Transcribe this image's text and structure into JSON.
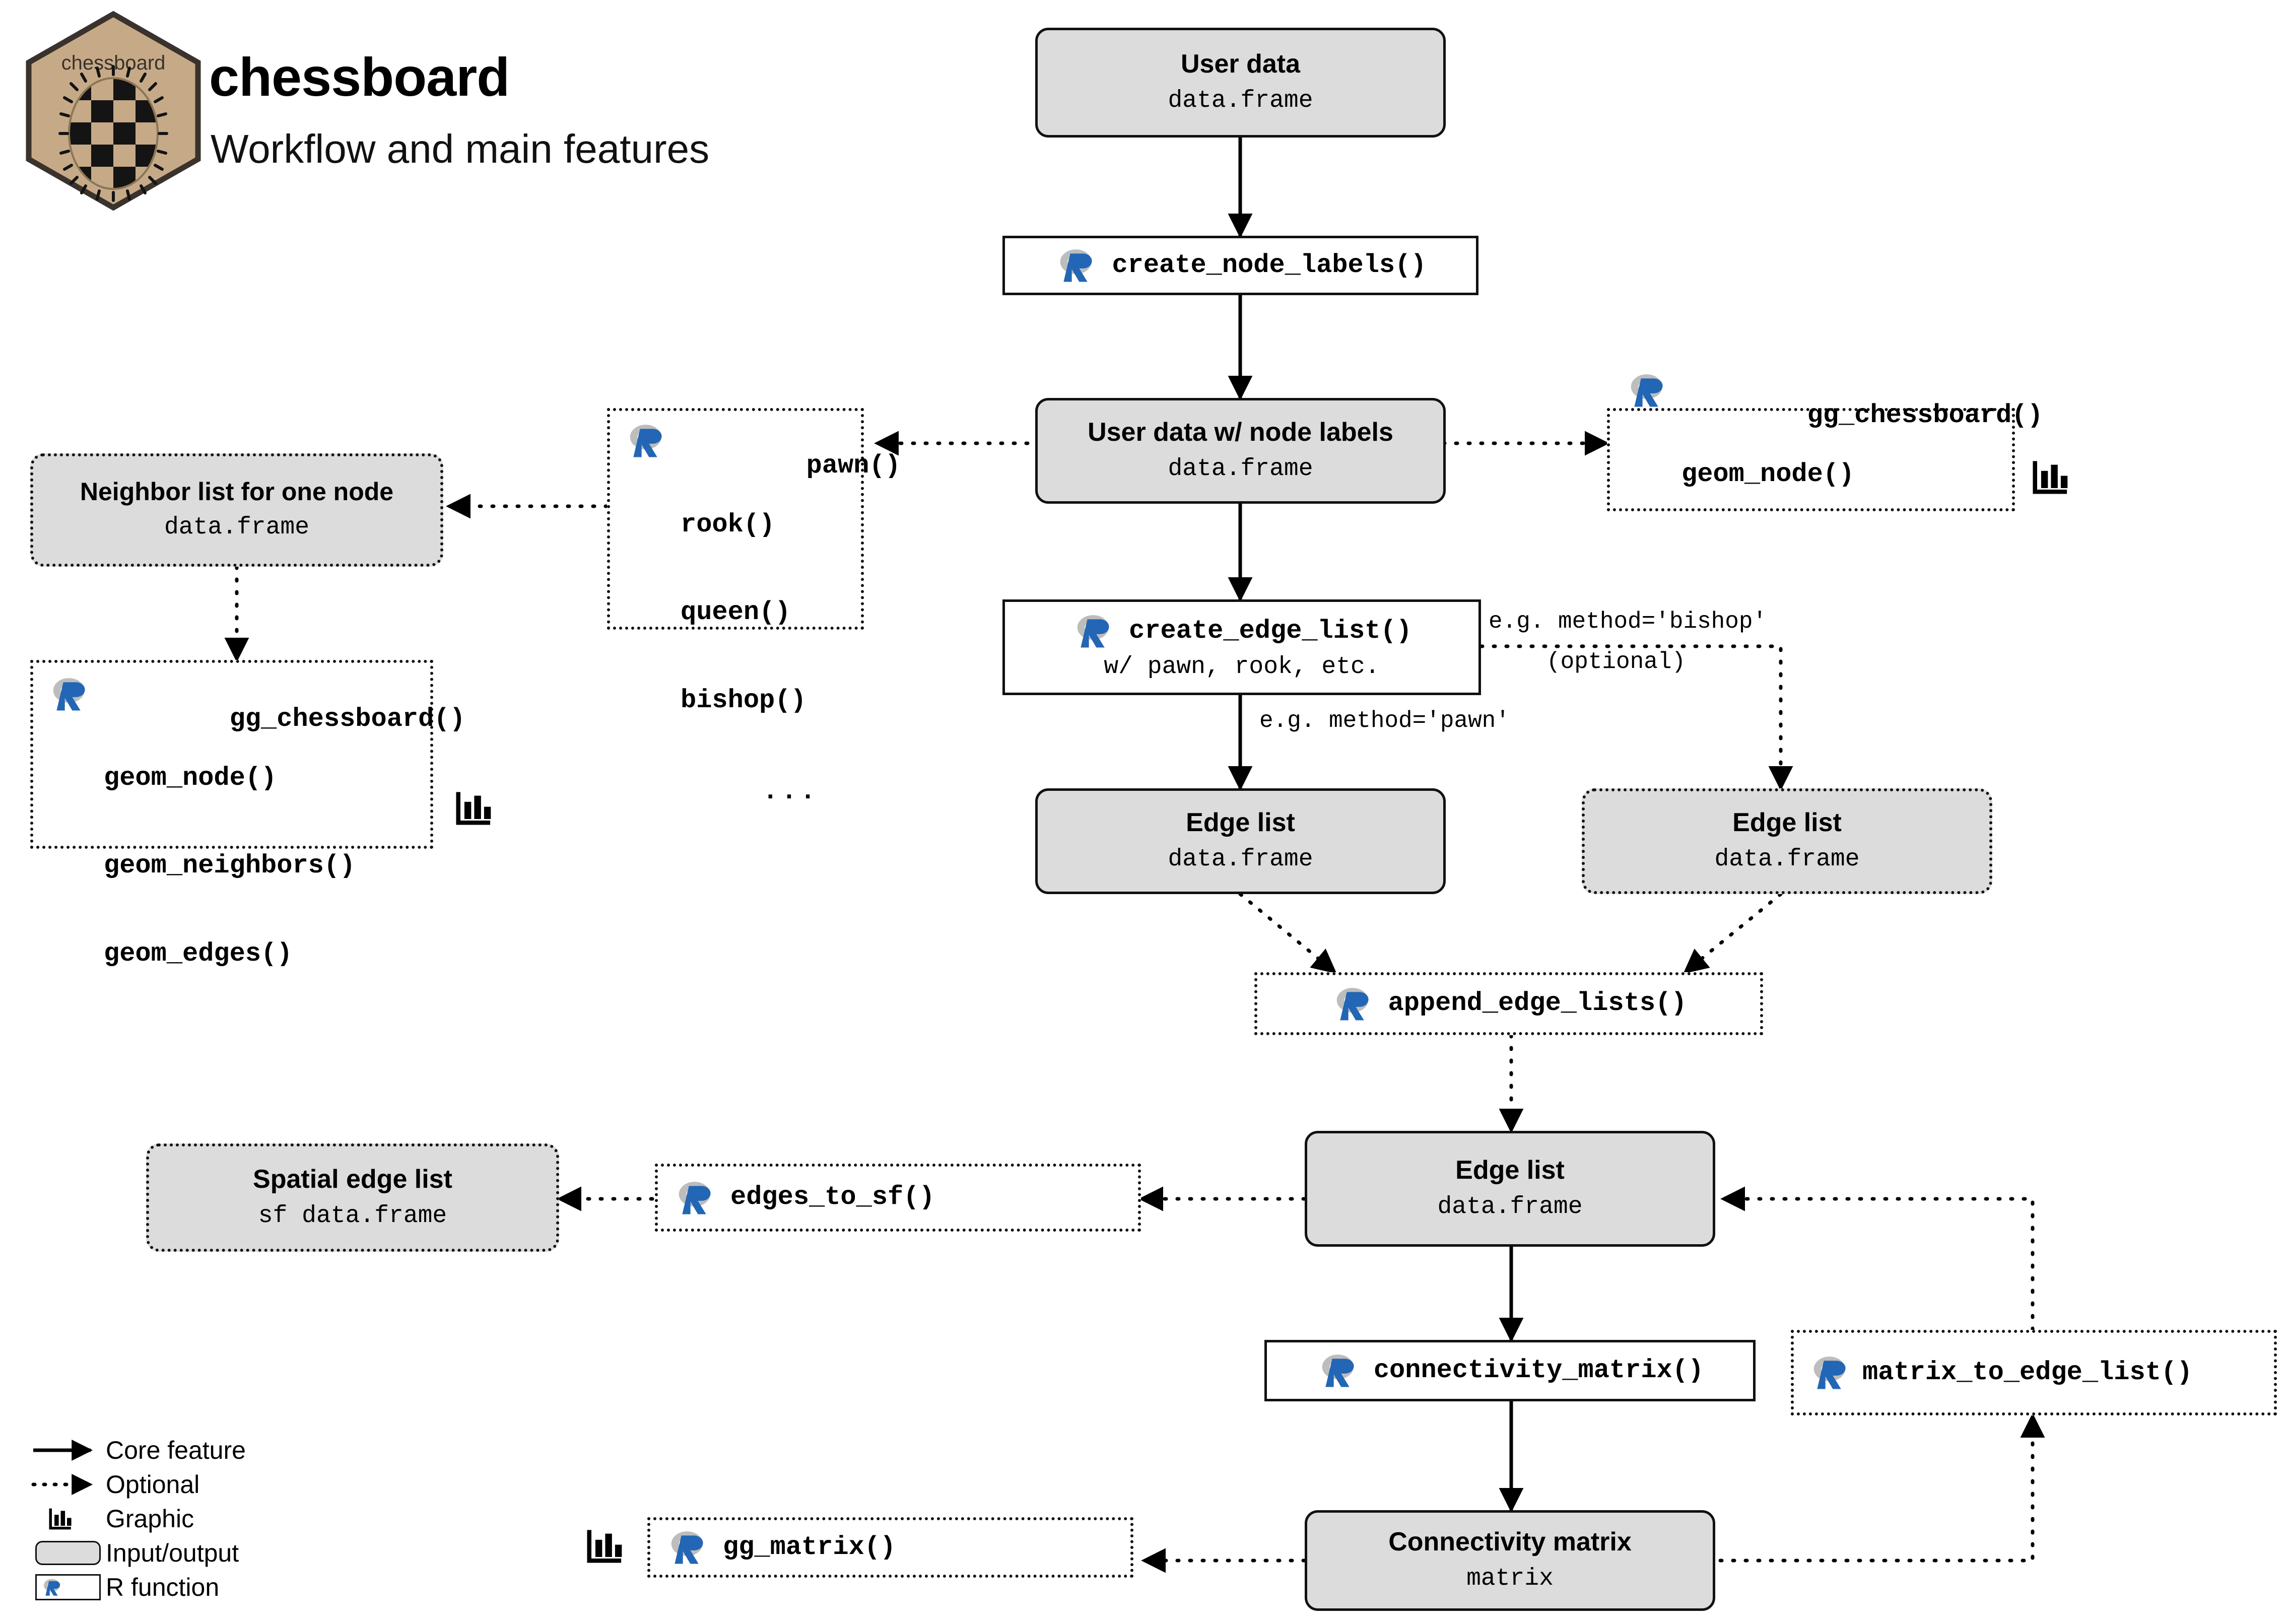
{
  "header": {
    "logo_word": "chessboard",
    "title": "chessboard",
    "subtitle": "Workflow and main features"
  },
  "nodes": {
    "user_data": {
      "title": "User data",
      "sub": "data.frame"
    },
    "create_node_labels": {
      "fn": "create_node_labels()"
    },
    "user_data_labels": {
      "title": "User data w/ node labels",
      "sub": "data.frame"
    },
    "piece_fns": {
      "l1": "pawn()",
      "l2": "rook()",
      "l3": "queen()",
      "l4": "bishop()",
      "l5": "..."
    },
    "gg_chessboard_node": {
      "l1": "gg_chessboard()",
      "l2": "geom_node()"
    },
    "neighbor_list": {
      "title": "Neighbor list for one node",
      "sub": "data.frame"
    },
    "gg_chessboard_full": {
      "l1": "gg_chessboard()",
      "l2": "geom_node()",
      "l3": "geom_neighbors()",
      "l4": "geom_edges()"
    },
    "create_edge_list": {
      "fn": "create_edge_list()",
      "sub": "w/ pawn, rook, etc."
    },
    "edge_list_left": {
      "title": "Edge list",
      "sub": "data.frame"
    },
    "edge_list_right": {
      "title": "Edge list",
      "sub": "data.frame"
    },
    "append_edge_lists": {
      "fn": "append_edge_lists()"
    },
    "edge_list_main": {
      "title": "Edge list",
      "sub": "data.frame"
    },
    "edges_to_sf": {
      "fn": "edges_to_sf()"
    },
    "spatial_edge_list": {
      "title": "Spatial edge list",
      "sub": "sf data.frame"
    },
    "connectivity_matrix_fn": {
      "fn": "connectivity_matrix()"
    },
    "matrix_to_edge_list": {
      "fn": "matrix_to_edge_list()"
    },
    "connectivity_matrix": {
      "title": "Connectivity matrix",
      "sub": "matrix"
    },
    "gg_matrix": {
      "fn": "gg_matrix()"
    }
  },
  "edge_labels": {
    "method_pawn": "e.g. method='pawn'",
    "method_bishop": "e.g. method='bishop'",
    "optional": "(optional)"
  },
  "legend": {
    "items": [
      {
        "key": "solid-arrow",
        "label": "Core feature"
      },
      {
        "key": "dotted-arrow",
        "label": "Optional"
      },
      {
        "key": "bar-chart",
        "label": "Graphic"
      },
      {
        "key": "gray-box",
        "label": "Input/output"
      },
      {
        "key": "r-function-box",
        "label": "R function"
      }
    ]
  },
  "colors": {
    "io_fill": "#dcdcdc",
    "stroke": "#111111",
    "r_blue": "#2266b5",
    "r_gray": "#b8b8b8",
    "logo_tan": "#c6aa87",
    "logo_border": "#3a322c"
  }
}
